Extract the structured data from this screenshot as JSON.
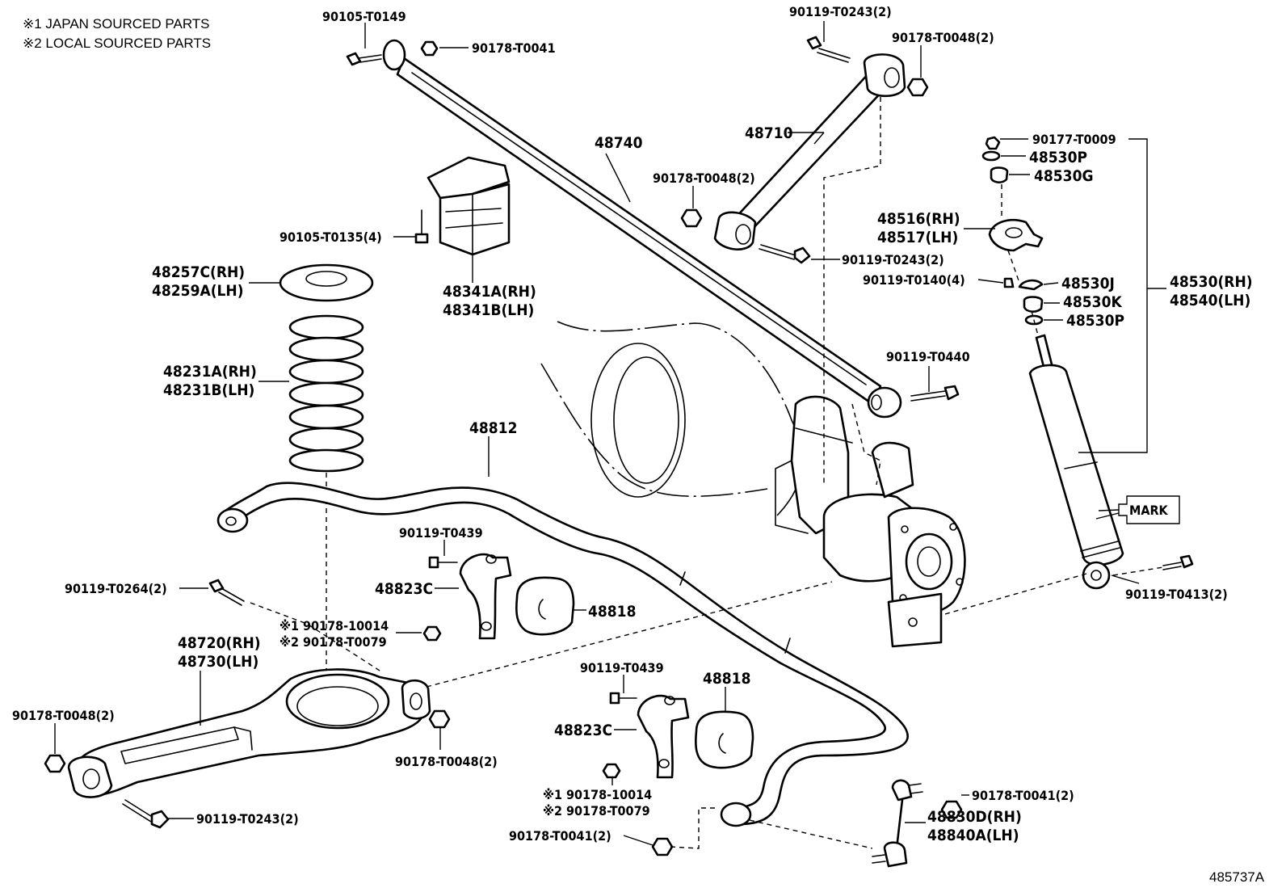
{
  "notes": {
    "note1": "※1 JAPAN SOURCED PARTS",
    "note2": "※2 LOCAL SOURCED PARTS"
  },
  "figure_id": "485737A",
  "mark_label": "MARK",
  "parts": {
    "p_90105_T0149": "90105-T0149",
    "p_90178_T0041_top": "90178-T0041",
    "p_90119_T0243_top": "90119-T0243(2)",
    "p_90178_T0048_top": "90178-T0048(2)",
    "p_48740": "48740",
    "p_48710": "48710",
    "p_90178_T0048_mid": "90178-T0048(2)",
    "p_90119_T0243_mid": "90119-T0243(2)",
    "p_90177_T0009": "90177-T0009",
    "p_48530P_a": "48530P",
    "p_48530G": "48530G",
    "p_48516": "48516(RH)",
    "p_48517": "48517(LH)",
    "p_90119_T0140": "90119-T0140(4)",
    "p_48530J": "48530J",
    "p_48530K": "48530K",
    "p_48530P_b": "48530P",
    "p_48530": "48530(RH)",
    "p_48540": "48540(LH)",
    "p_90105_T0135": "90105-T0135(4)",
    "p_48257C": "48257C(RH)",
    "p_48259A": "48259A(LH)",
    "p_48341A": "48341A(RH)",
    "p_48341B": "48341B(LH)",
    "p_48231A": "48231A(RH)",
    "p_48231B": "48231B(LH)",
    "p_90119_T0440": "90119-T0440",
    "p_48812": "48812",
    "p_90119_T0439_a": "90119-T0439",
    "p_48823C_a": "48823C",
    "p_48818_a": "48818",
    "p_90119_T0264": "90119-T0264(2)",
    "p_90178_10014_a": "※1 90178-10014",
    "p_90178_T0079_a": "※2 90178-T0079",
    "p_48720": "48720(RH)",
    "p_48730": "48730(LH)",
    "p_90119_T0413": "90119-T0413(2)",
    "p_90178_T0048_left": "90178-T0048(2)",
    "p_90178_T0048_arm": "90178-T0048(2)",
    "p_90119_T0243_bot": "90119-T0243(2)",
    "p_90119_T0439_b": "90119-T0439",
    "p_48818_b": "48818",
    "p_48823C_b": "48823C",
    "p_90178_10014_b": "※1 90178-10014",
    "p_90178_T0079_b": "※2 90178-T0079",
    "p_90178_T0041_bot": "90178-T0041(2)",
    "p_90178_T0041_right": "90178-T0041(2)",
    "p_48830D": "48830D(RH)",
    "p_48840A": "48840A(LH)"
  }
}
